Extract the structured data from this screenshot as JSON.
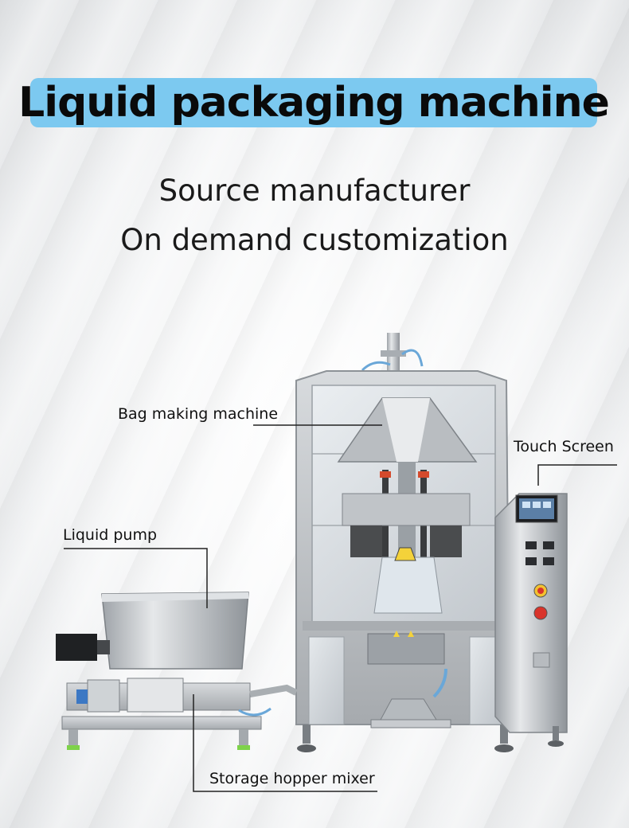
{
  "title": "Liquid packaging machine",
  "subtitle_1": "Source manufacturer",
  "subtitle_2": "On demand customization",
  "callouts": {
    "bag_making": "Bag making machine",
    "touch_screen": "Touch Screen",
    "liquid_pump": "Liquid pump",
    "hopper": "Storage hopper mixer"
  },
  "colors": {
    "title_highlight": "#7cc9f0",
    "warning_button": "#d9342b",
    "stainless": "#c9ccd0"
  }
}
